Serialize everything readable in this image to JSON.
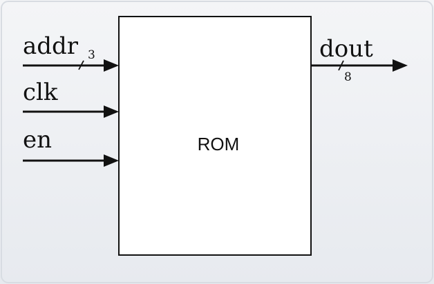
{
  "block": {
    "label": "ROM"
  },
  "inputs": [
    {
      "name": "addr",
      "width": "3"
    },
    {
      "name": "clk",
      "width": ""
    },
    {
      "name": "en",
      "width": ""
    }
  ],
  "outputs": [
    {
      "name": "dout",
      "width": "8"
    }
  ],
  "colors": {
    "background": "#eef0f3",
    "block_fill": "#ffffff",
    "ink": "#111111"
  }
}
